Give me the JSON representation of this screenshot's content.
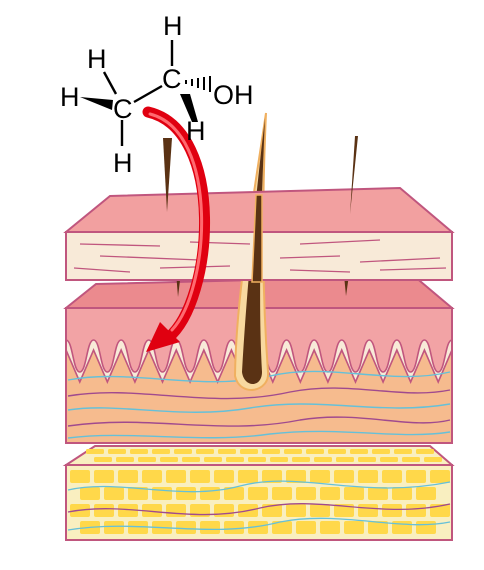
{
  "molecule": {
    "atoms": {
      "c1": "C",
      "c2": "C",
      "h_top": "H",
      "h_left": "H",
      "h_upper_left": "H",
      "h_bottom": "H",
      "h_right": "H",
      "oh": "OH"
    }
  },
  "colors": {
    "arrow": "#e00010",
    "stratum_corneum": "#f2a0a0",
    "stratum_cream": "#f8ead8",
    "epidermis": "#f2a3a5",
    "dermis": "#f6bb8e",
    "hypodermis": "#f9efc0",
    "fat_cells": "#ffd84a",
    "outline": "#c0567e",
    "hair": "#5a3214",
    "hair_sheath": "#f0b060",
    "fiber_blue": "#66c0d8",
    "fiber_purple": "#a04a8e"
  }
}
